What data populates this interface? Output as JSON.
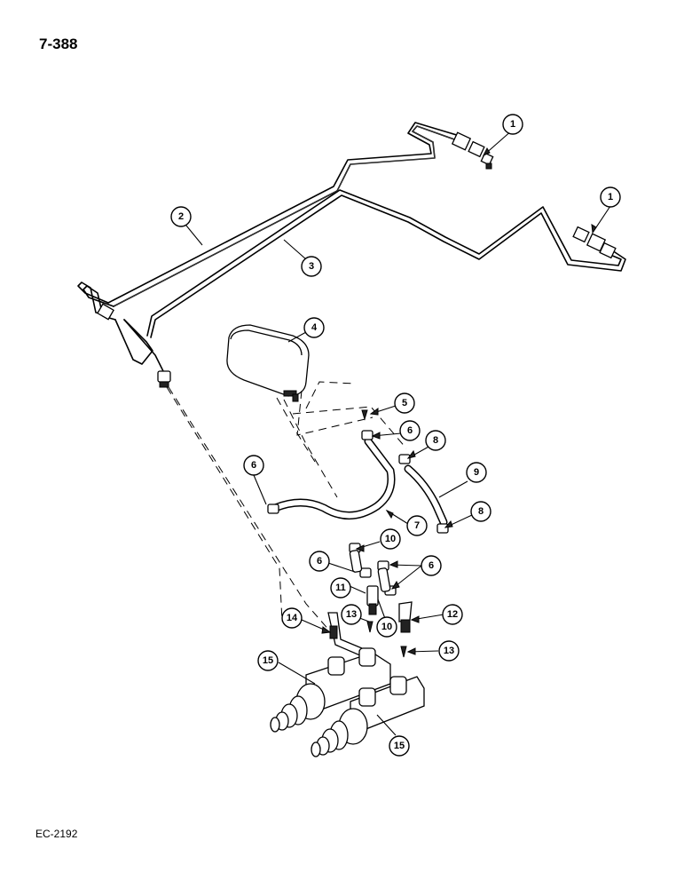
{
  "page_number": "7-388",
  "footer_code": "EC-2192",
  "callouts": [
    "1",
    "1",
    "2",
    "3",
    "4",
    "5",
    "6",
    "6",
    "6",
    "6",
    "7",
    "8",
    "8",
    "9",
    "10",
    "10",
    "11",
    "12",
    "13",
    "13",
    "14",
    "15",
    "15"
  ]
}
